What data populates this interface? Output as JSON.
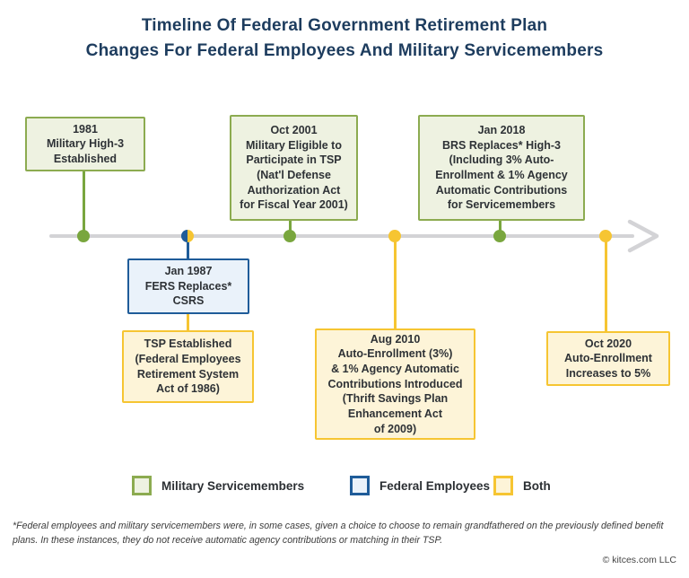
{
  "title": {
    "line1": "Timeline Of Federal Government Retirement Plan",
    "line2": "Changes For Federal Employees And Military Servicemembers"
  },
  "timeline": {
    "direction": "left-to-right",
    "arrow_icon": "right-arrow-icon"
  },
  "events": [
    {
      "id": "1981",
      "date": "1981",
      "category": "military",
      "side": "above",
      "text": "1981\nMilitary High-3\nEstablished"
    },
    {
      "id": "jan-1987",
      "date": "Jan 1987",
      "category": "federal",
      "side": "below",
      "text": "Jan 1987\nFERS Replaces*\nCSRS"
    },
    {
      "id": "tsp-1986",
      "date": "1986",
      "category": "both",
      "side": "below",
      "text": "TSP Established\n(Federal Employees\nRetirement System\nAct of 1986)"
    },
    {
      "id": "oct-2001",
      "date": "Oct 2001",
      "category": "military",
      "side": "above",
      "text": "Oct 2001\nMilitary Eligible to\nParticipate in TSP\n(Nat'l Defense\nAuthorization Act\nfor Fiscal Year 2001)"
    },
    {
      "id": "aug-2010",
      "date": "Aug 2010",
      "category": "both",
      "side": "below",
      "text": "Aug 2010\nAuto-Enrollment (3%)\n& 1% Agency Automatic\nContributions Introduced\n(Thrift Savings Plan\nEnhancement Act\nof 2009)"
    },
    {
      "id": "jan-2018",
      "date": "Jan 2018",
      "category": "military",
      "side": "above",
      "text": "Jan 2018\nBRS Replaces* High-3\n(Including 3% Auto-\nEnrollment & 1% Agency\nAutomatic Contributions\nfor Servicemembers"
    },
    {
      "id": "oct-2020",
      "date": "Oct 2020",
      "category": "both",
      "side": "below",
      "text": "Oct 2020\nAuto-Enrollment\nIncreases to 5%"
    }
  ],
  "legend": [
    {
      "label": "Military Servicemembers",
      "category": "military"
    },
    {
      "label": "Federal Employees",
      "category": "federal"
    },
    {
      "label": "Both",
      "category": "both"
    }
  ],
  "colors": {
    "title_navy": "#1d3c5e",
    "military_border": "#8cab50",
    "military_fill": "#eef2e1",
    "federal_border": "#1f5c99",
    "federal_fill": "#eaf2fa",
    "both_border": "#f6c532",
    "both_fill": "#fdf4d8",
    "axis_gray": "#d3d3d6",
    "dot_green": "#79a63e"
  },
  "footnote": "*Federal employees and military servicemembers were, in some cases, given a choice to choose to remain grandfathered on the previously defined benefit plans. In these instances, they do not receive automatic agency contributions or matching in their TSP.",
  "copyright": "© kitces.com LLC"
}
